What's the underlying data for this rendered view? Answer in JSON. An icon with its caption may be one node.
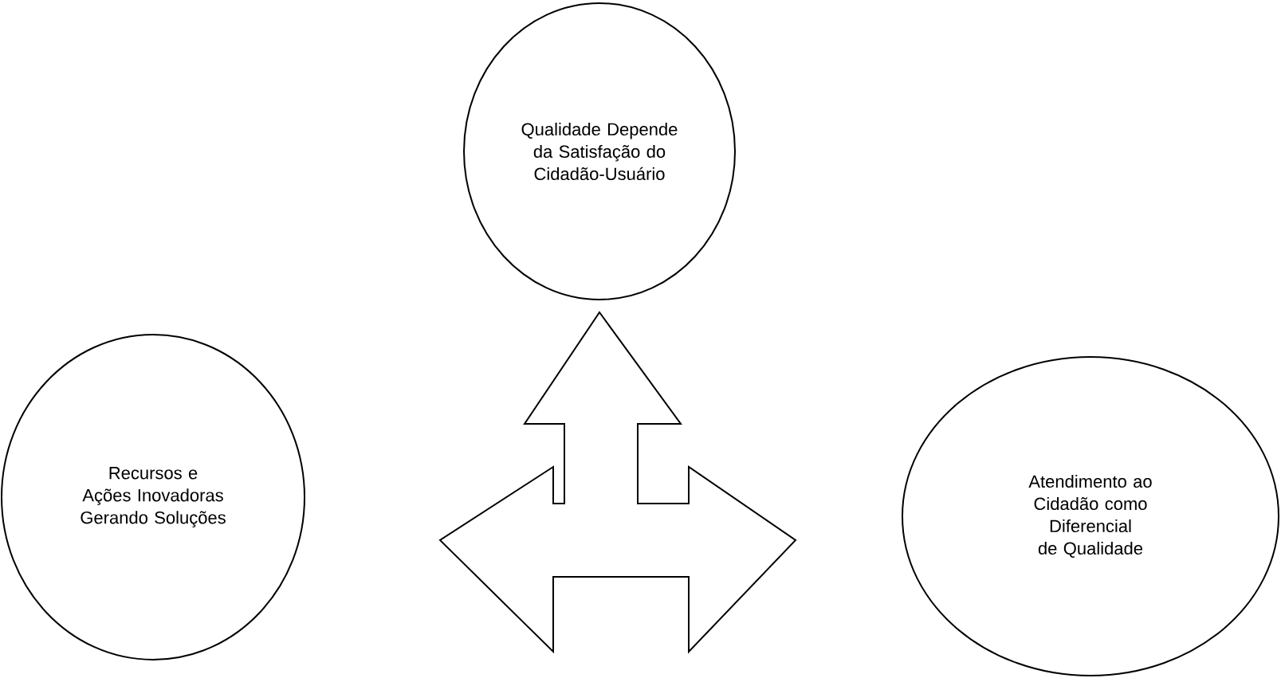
{
  "diagram": {
    "nodes": [
      {
        "text": [
          "Qualidade Depende da Satisfação do Cidadão-Usuário"
        ]
      },
      {
        "text": [
          "Recursos e Ações Inovadoras Gerando Soluções"
        ]
      },
      {
        "text": [
          "Atendimento ao Cidadão como Diferencial de Qualidade"
        ]
      },
      {
        "text": [],
        "shape": "arrow"
      }
    ]
  }
}
